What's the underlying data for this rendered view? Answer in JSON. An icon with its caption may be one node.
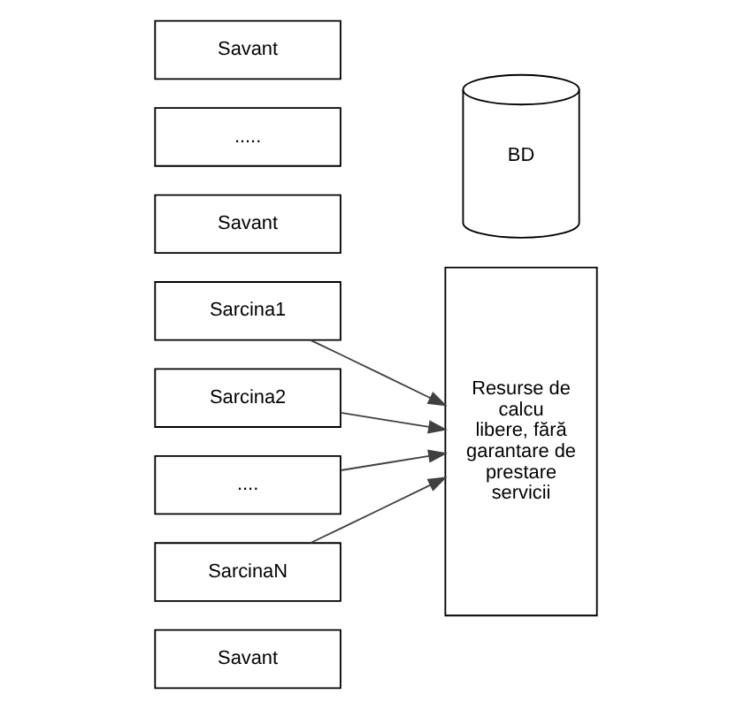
{
  "diagram": {
    "nodes": [
      {
        "text": [
          "Savant"
        ]
      },
      {
        "text": [
          "Sarcina1"
        ]
      },
      {
        "text": [
          "Savant"
        ]
      },
      {
        "text": [
          "Sarcina2"
        ]
      },
      {
        "text": [
          "....."
        ]
      },
      {
        "text": [
          "...."
        ]
      },
      {
        "text": [
          "Savant"
        ]
      },
      {
        "text": [
          "SarcinaN"
        ]
      },
      {
        "text": [
          "Resurse de calcu libere, fără garantare de prestare servicii"
        ]
      },
      {
        "text": [
          "BD"
        ]
      }
    ],
    "edges": [
      {
        "from": 1,
        "to": 8,
        "arrow": "to"
      },
      {
        "from": 3,
        "to": 8,
        "arrow": "to"
      },
      {
        "from": 5,
        "to": 8,
        "arrow": "to"
      },
      {
        "from": 7,
        "to": 8,
        "arrow": "to"
      }
    ]
  }
}
